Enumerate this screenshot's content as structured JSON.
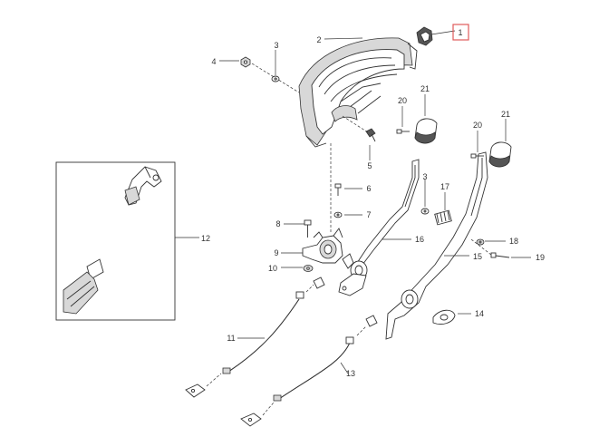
{
  "diagram": {
    "highlight_color": "#e05a5a",
    "callouts": [
      {
        "id": "c1",
        "label": "1",
        "highlighted": true
      },
      {
        "id": "c2",
        "label": "2"
      },
      {
        "id": "c3a",
        "label": "3"
      },
      {
        "id": "c3b",
        "label": "3"
      },
      {
        "id": "c4",
        "label": "4"
      },
      {
        "id": "c5",
        "label": "5"
      },
      {
        "id": "c6",
        "label": "6"
      },
      {
        "id": "c7",
        "label": "7"
      },
      {
        "id": "c8",
        "label": "8"
      },
      {
        "id": "c9",
        "label": "9"
      },
      {
        "id": "c10",
        "label": "10"
      },
      {
        "id": "c11",
        "label": "11"
      },
      {
        "id": "c12",
        "label": "12"
      },
      {
        "id": "c13",
        "label": "13"
      },
      {
        "id": "c14",
        "label": "14"
      },
      {
        "id": "c15",
        "label": "15"
      },
      {
        "id": "c16",
        "label": "16"
      },
      {
        "id": "c17",
        "label": "17"
      },
      {
        "id": "c18",
        "label": "18"
      },
      {
        "id": "c19",
        "label": "19"
      },
      {
        "id": "c20a",
        "label": "20"
      },
      {
        "id": "c20b",
        "label": "20"
      },
      {
        "id": "c21a",
        "label": "21"
      },
      {
        "id": "c21b",
        "label": "21"
      }
    ]
  }
}
